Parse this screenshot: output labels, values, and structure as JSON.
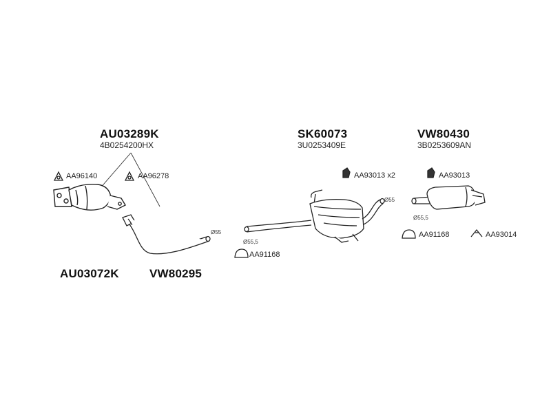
{
  "parts": {
    "au03289k": {
      "code": "AU03289K",
      "oem": "4B0254200HX"
    },
    "sk60073": {
      "code": "SK60073",
      "oem": "3U0253409E"
    },
    "vw80430": {
      "code": "VW80430",
      "oem": "3B0253609AN"
    },
    "au03072k": {
      "code": "AU03072K"
    },
    "vw80295": {
      "code": "VW80295"
    }
  },
  "accessories": {
    "gasket_1": "AA96140",
    "gasket_2": "AA96278",
    "hanger_x2": "AA93013 x2",
    "hanger_1": "AA93013",
    "clamp_1": "AA91168",
    "clamp_2": "AA91168",
    "mount": "AA93014"
  },
  "diameters": {
    "front_pipe": "Ø55",
    "middle_in": "Ø55,5",
    "middle_out": "Ø55",
    "rear_in": "Ø55,5"
  }
}
